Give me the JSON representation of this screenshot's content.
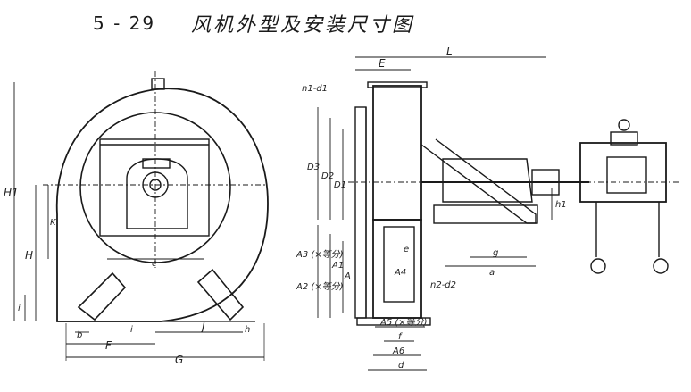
{
  "figure": {
    "number": "5 - 29",
    "title": "风机外型及安装尺寸图"
  },
  "front_view": {
    "labels": {
      "H1": "H1",
      "H": "H",
      "K": "K",
      "c": "c",
      "i_left": "i",
      "i_bottom": "i",
      "b": "b",
      "h": "h",
      "F": "F",
      "J": "J",
      "G": "G"
    }
  },
  "side_view": {
    "labels": {
      "n1_d1": "n1-d1",
      "E": "E",
      "L": "L",
      "D3": "D3",
      "D2": "D2",
      "D1": "D1",
      "A3": "A3 (×等分)",
      "A1": "A1",
      "A2": "A2 (×等分)",
      "A": "A",
      "A4": "A4",
      "e": "e",
      "n2_d2": "n2-d2",
      "A5": "A5 (×等分)",
      "f": "f",
      "A6": "A6",
      "a": "a",
      "h1": "h1",
      "g": "g",
      "d": "d"
    }
  }
}
